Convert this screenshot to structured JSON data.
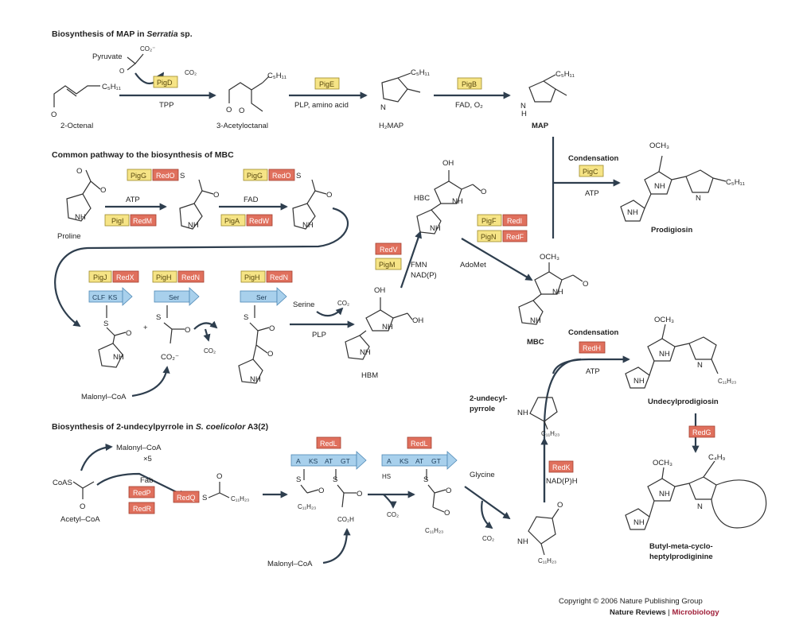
{
  "sections": {
    "map": "Biosynthesis of MAP in Serratia sp.",
    "map_prefix": "Biosynthesis of MAP in ",
    "map_italic": "Serratia",
    "map_suffix": " sp.",
    "mbc": "Common pathway to the biosynthesis of MBC",
    "undecyl": "Biosynthesis of 2-undecylpyrrole in S. coelicolor A3(2)",
    "undecyl_prefix": "Biosynthesis of 2-undecylpyrrole in ",
    "undecyl_italic": "S. coelicolor",
    "undecyl_suffix": " A3(2)"
  },
  "compounds": {
    "octenal": "2-Octenal",
    "acetyloctanal": "3-Acetyloctanal",
    "h2map": "H₂MAP",
    "map": "MAP",
    "prodigiosin": "Prodigiosin",
    "proline": "Proline",
    "hbc": "HBC",
    "hbm": "HBM",
    "mbc": "MBC",
    "malonyl_coa": "Malonyl–CoA",
    "undecylpyrrole_1": "2-undecyl-",
    "undecylpyrrole_2": "pyrrole",
    "undecylprodigiosin": "Undecylprodigiosin",
    "butyl_1": "Butyl-meta-cyclo-",
    "butyl_2": "heptylprodiginine",
    "acetyl_coa": "Acetyl–CoA"
  },
  "reagents": {
    "pyruvate": "Pyruvate",
    "co2": "CO₂",
    "tpp": "TPP",
    "plp_amino": "PLP, amino acid",
    "fad_o2": "FAD, O₂",
    "condensation": "Condensation",
    "atp": "ATP",
    "fad": "FAD",
    "serine": "Serine",
    "plp": "PLP",
    "fmn": "FMN",
    "nadp": "NAD(P)",
    "adomet": "AdoMet",
    "x5": "×5",
    "fab": "Fab",
    "glycine": "Glycine",
    "nadph": "NAD(P)H",
    "hs": "HS"
  },
  "atoms": {
    "c5h11": "C₅H₁₁",
    "c11h23": "C₁₁H₂₃",
    "c4h9": "C₄H₉",
    "och3": "OCH₃",
    "oh": "OH",
    "nh": "NH",
    "n": "N",
    "h": "H",
    "o": "O",
    "co2minus": "CO₂⁻",
    "co2h": "CO₂H",
    "coas": "CoAS",
    "s": "S",
    "plus": "+"
  },
  "enzymes": {
    "PigD": "PigD",
    "PigE": "PigE",
    "PigB": "PigB",
    "PigC": "PigC",
    "PigG": "PigG",
    "RedO": "RedO",
    "PigI": "PigI",
    "RedM": "RedM",
    "PigA": "PigA",
    "RedW": "RedW",
    "PigJ": "PigJ",
    "RedX": "RedX",
    "PigH": "PigH",
    "RedN": "RedN",
    "RedV": "RedV",
    "PigM": "PigM",
    "PigF": "PigF",
    "RedI": "RedI",
    "PigN": "PigN",
    "RedF": "RedF",
    "RedH": "RedH",
    "RedG": "RedG",
    "RedL": "RedL",
    "RedK": "RedK",
    "RedP": "RedP",
    "RedR": "RedR",
    "RedQ": "RedQ"
  },
  "domains": {
    "clf": "CLF",
    "ks": "KS",
    "ser": "Ser",
    "a": "A",
    "at": "AT",
    "gt": "GT"
  },
  "credit": {
    "copyright": "Copyright © 2006 Nature Publishing Group",
    "journal": "Nature Reviews",
    "sep": " | ",
    "journal_sub": "Microbiology",
    "accent": "#a0203a"
  },
  "colors": {
    "enzyme_pig": "#f6e486",
    "enzyme_red": "#e0705d",
    "domain": "#a8d0ec",
    "arrow": "#2e3e4e"
  }
}
